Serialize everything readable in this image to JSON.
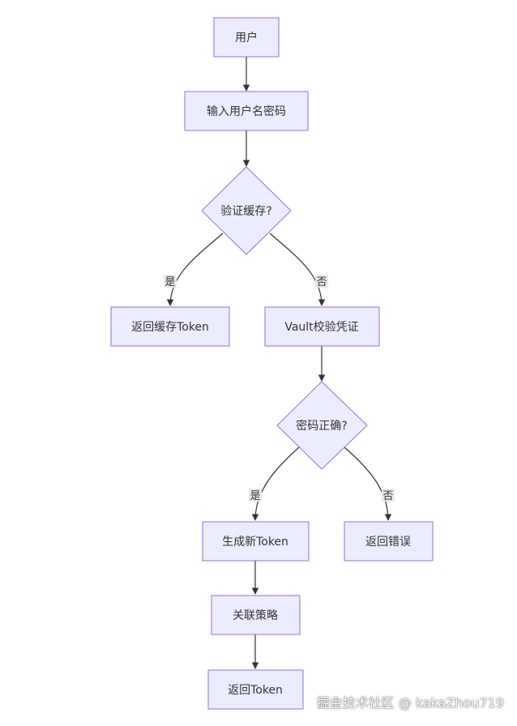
{
  "nodes": {
    "user": "用户",
    "input_credentials": "输入用户名密码",
    "check_cache": "验证缓存?",
    "return_cached_token": "返回缓存Token",
    "vault_verify": "Vault校验凭证",
    "password_correct": "密码正确?",
    "generate_token": "生成新Token",
    "link_policy": "关联策略",
    "return_error": "返回错误",
    "return_token": "返回Token"
  },
  "edge_labels": {
    "cache_yes": "是",
    "cache_no": "否",
    "password_yes": "是",
    "password_no": "否"
  },
  "watermark": "掘金技术社区 @ kakaZhou719"
}
